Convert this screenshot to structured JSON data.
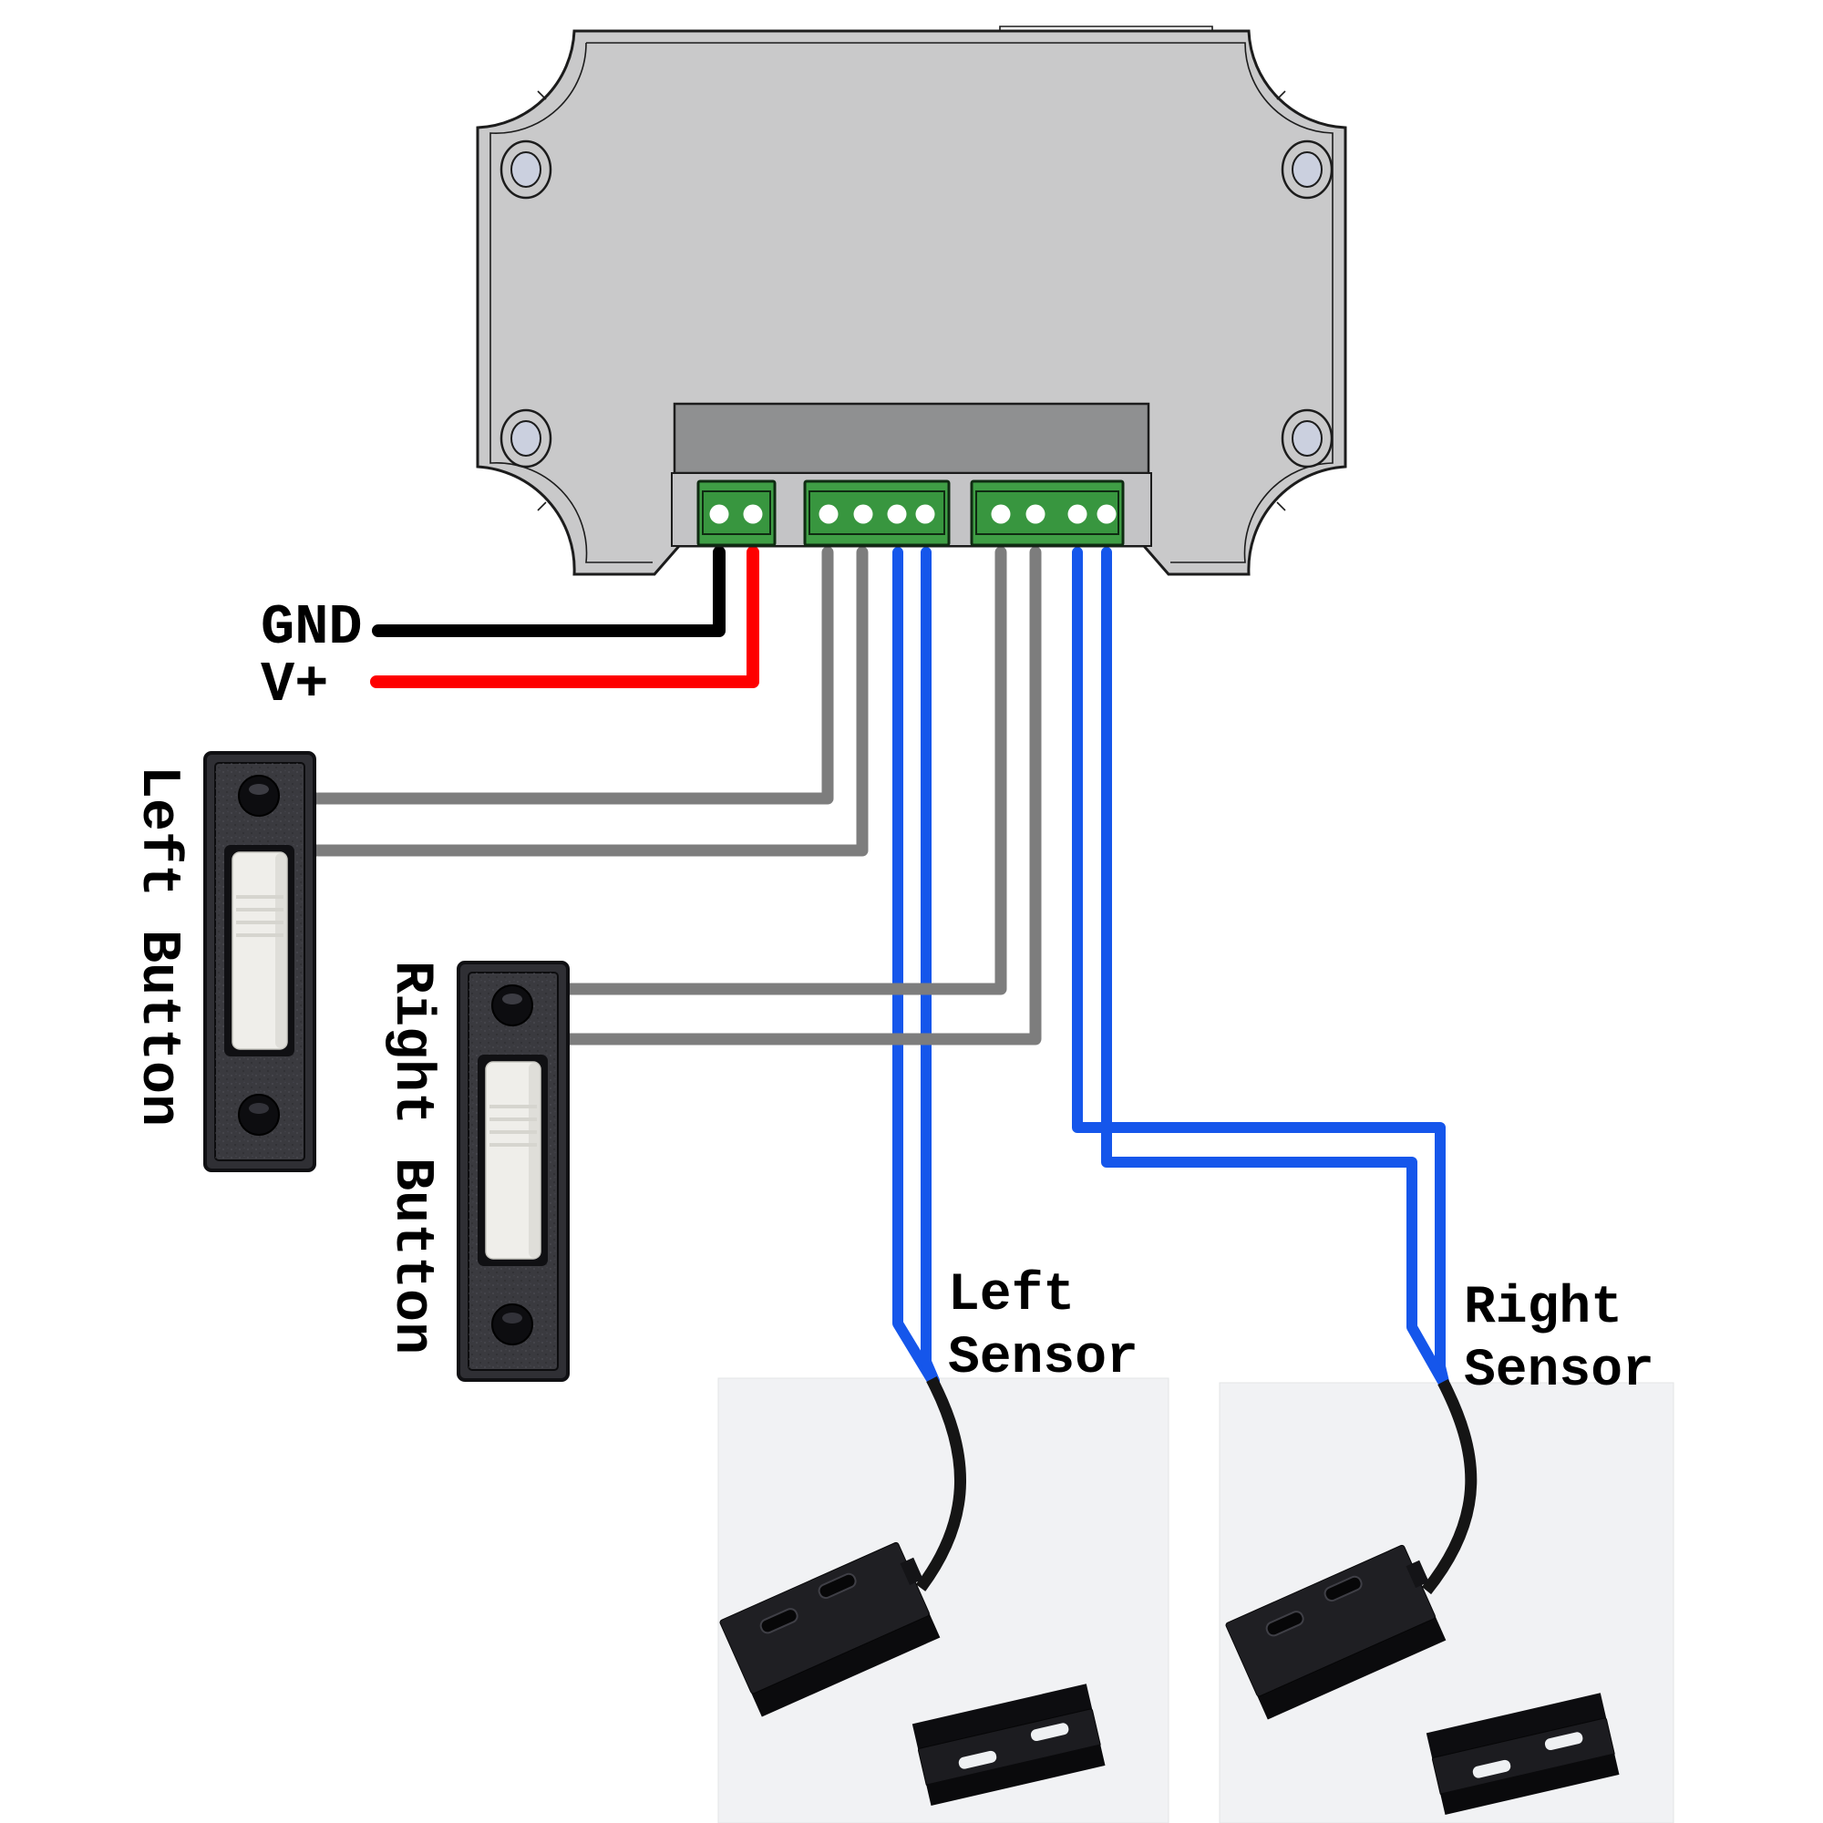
{
  "labels": {
    "gnd": "GND",
    "v_plus": "V+",
    "left_button": "Left Button",
    "right_button": "Right Button",
    "left_sensor": [
      "Left",
      "Sensor"
    ],
    "right_sensor": [
      "Right",
      "Sensor"
    ]
  },
  "components": {
    "controller": {
      "type": "controller-enclosure",
      "screw_holes": 4,
      "terminal_blocks": [
        {
          "position": "left",
          "pins": 2
        },
        {
          "position": "middle",
          "pins": 4
        },
        {
          "position": "right",
          "pins": 4
        }
      ]
    },
    "buttons": [
      {
        "label": "Left Button",
        "style": "black doorbell button with white bar"
      },
      {
        "label": "Right Button",
        "style": "black doorbell button with white bar"
      }
    ],
    "sensors": [
      {
        "label": "Left Sensor",
        "parts": [
          "reed-switch",
          "magnet"
        ]
      },
      {
        "label": "Right Sensor",
        "parts": [
          "reed-switch",
          "magnet"
        ]
      }
    ]
  },
  "wires": [
    {
      "color_name": "black",
      "signal": "GND",
      "from": "power terminal pin 1"
    },
    {
      "color_name": "red",
      "signal": "V+",
      "from": "power terminal pin 2"
    },
    {
      "color_name": "gray",
      "from": "middle terminal pins 1-2",
      "to": "Left Button"
    },
    {
      "color_name": "blue",
      "from": "middle terminal pins 3-4",
      "to": "Left Sensor"
    },
    {
      "color_name": "gray",
      "from": "right terminal pins 1-2",
      "to": "Right Button"
    },
    {
      "color_name": "blue",
      "from": "right terminal pins 3-4",
      "to": "Right Sensor"
    }
  ],
  "colors": {
    "enclosure_face": "#c9c9ca",
    "enclosure_recess": "#8f9091",
    "enclosure_outline": "#1c1c1c",
    "terminal_green": "#3f9e45",
    "terminal_green_inner": "#38963f",
    "pin_white": "#ffffff",
    "wire_ground": "#000000",
    "wire_power": "#fe0000",
    "wire_button": "#7d7d7d",
    "wire_sensor": "#1556eb",
    "button_plate": "#2f2f34",
    "button_bar": "#efeeea",
    "photo_background": "#f1f2f4",
    "screw_inner": "#cbd0df"
  }
}
